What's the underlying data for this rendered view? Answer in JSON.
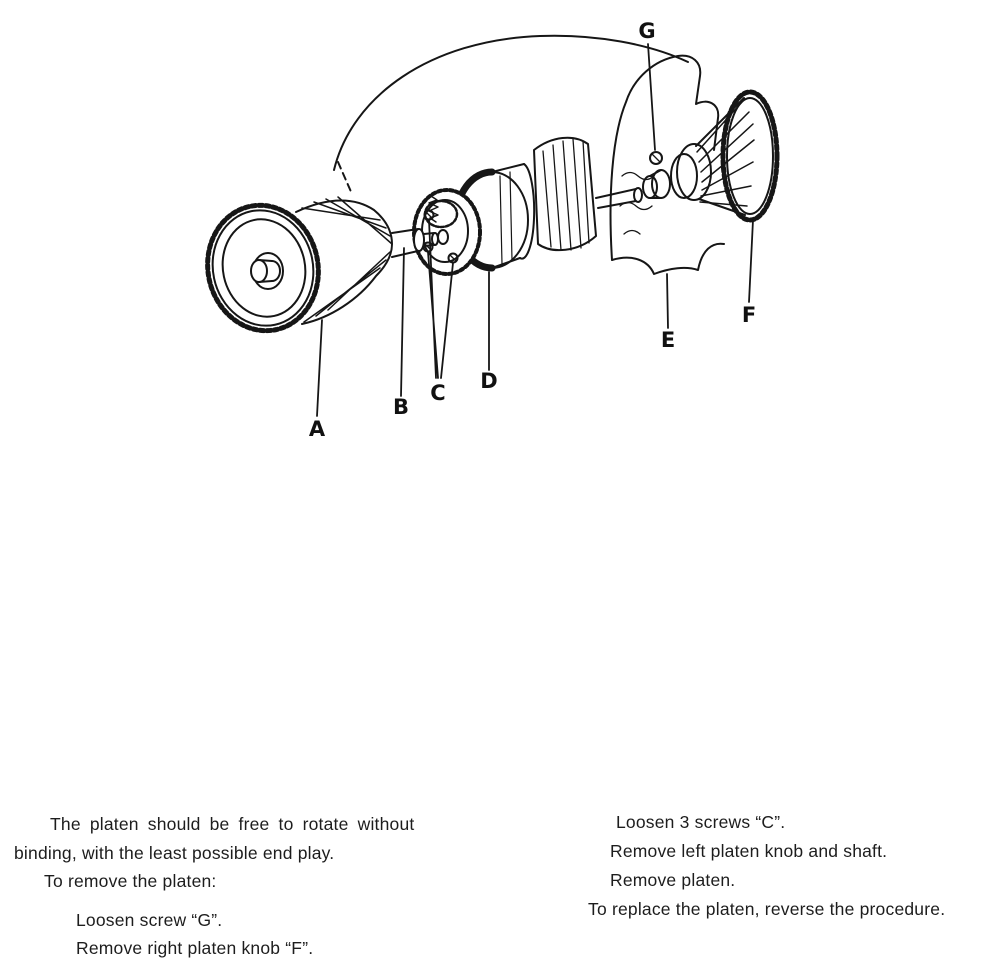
{
  "diagram": {
    "labels": {
      "a": "A",
      "b": "B",
      "c": "C",
      "d": "D",
      "e": "E",
      "f": "F",
      "g": "G"
    }
  },
  "instructions": {
    "left": {
      "line1": "The platen should be free to rotate without",
      "line2": "binding, with the least possible end play.",
      "line3": "To remove the platen:",
      "line4": "Loosen screw “G”.",
      "line5": "Remove right platen knob “F”."
    },
    "right": {
      "line1": "Loosen 3 screws “C”.",
      "line2": "Remove left platen knob and shaft.",
      "line3": "Remove platen.",
      "line4": "To replace the platen, reverse the procedure."
    }
  }
}
